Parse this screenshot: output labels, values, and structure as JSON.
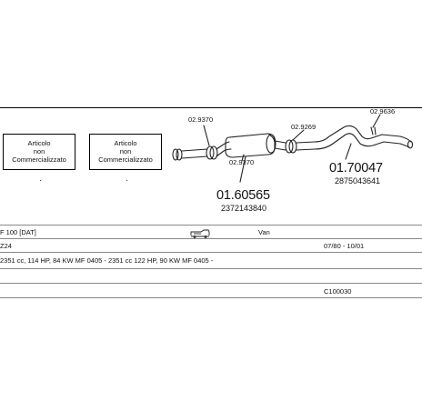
{
  "diagram": {
    "placeholder_boxes": [
      {
        "lines": [
          "Articolo",
          "non",
          "Commercializzato"
        ],
        "mark": "·"
      },
      {
        "lines": [
          "Articolo",
          "non",
          "Commercializzato"
        ],
        "mark": "·"
      }
    ],
    "parts": [
      {
        "number": "01.60565",
        "oem": "2372143840"
      },
      {
        "number": "01.70047",
        "oem": "2875043641"
      }
    ],
    "clamps": [
      "02.9370",
      "02.9370",
      "02.9269",
      "02.9636"
    ]
  },
  "table": {
    "model": "F 100 [DAT]",
    "body_type": "Van",
    "engine_code": "Z24",
    "years": "07/80 - 10/01",
    "engine_desc": "2351 cc, 114 HP, 84 KW MF 0405 - 2351 cc 122 HP, 90 KW MF 0405 -",
    "code": "C100030"
  },
  "icons": {
    "vehicle": "van-icon"
  }
}
